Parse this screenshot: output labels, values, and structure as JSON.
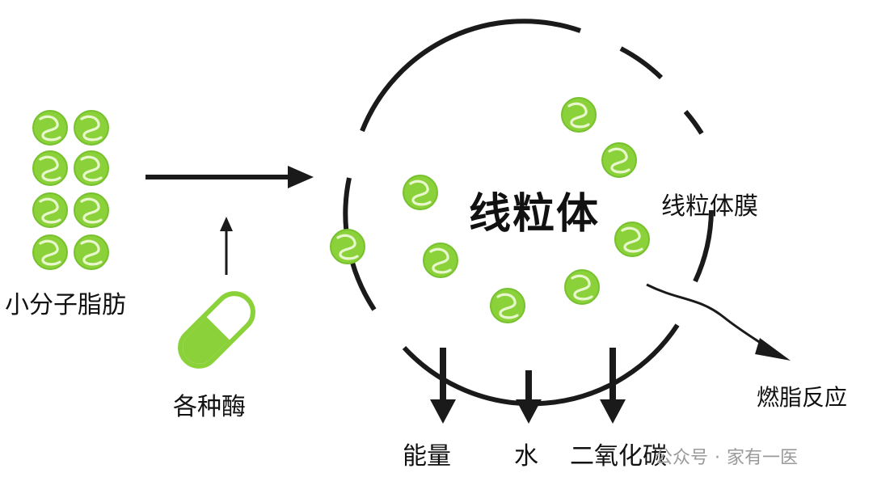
{
  "labels": {
    "small_molecule_fat": "小分子脂肪",
    "enzymes": "各种酶",
    "mitochondria": "线粒体",
    "mitochondrial_membrane": "线粒体膜",
    "fat_burning_reaction": "燃脂反应",
    "energy": "能量",
    "water": "水",
    "carbon_dioxide": "二氧化碳"
  },
  "watermark": {
    "source": "公众号",
    "account": "家有一医"
  },
  "colors": {
    "fat_molecule": "#8bd13a",
    "fat_molecule_dark": "#6fb52a",
    "line": "#1a1a1a",
    "watermark": "#9a9a9a"
  },
  "icons": {
    "enzyme": "capsule-icon",
    "fat": "fat-molecule-icon"
  }
}
